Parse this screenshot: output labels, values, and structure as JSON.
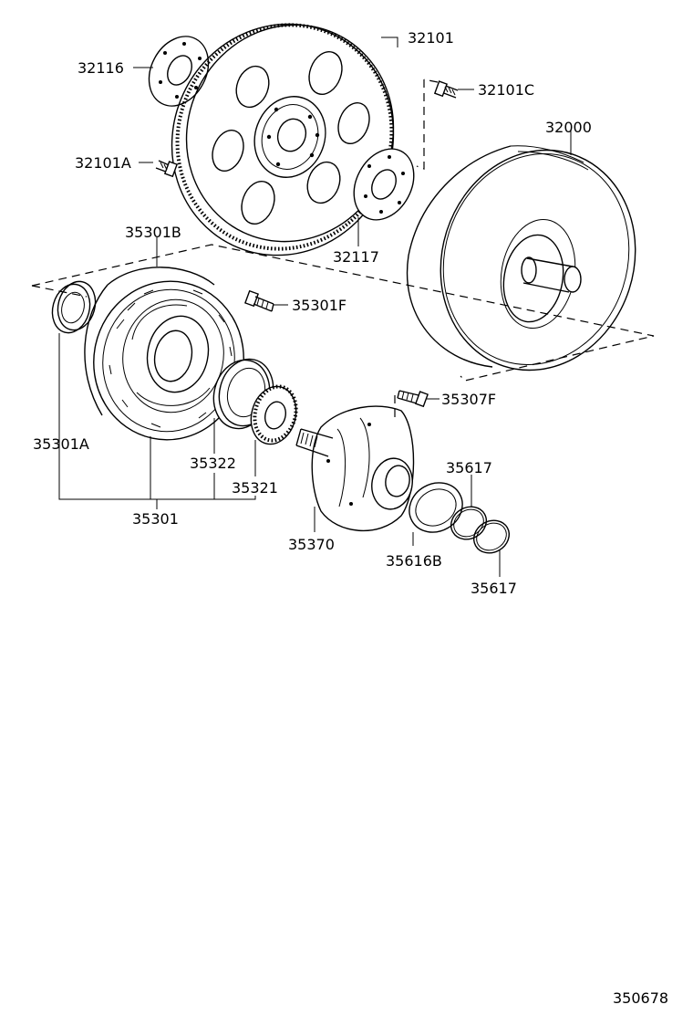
{
  "diagram_id": "350678",
  "parts": {
    "p32101": "32101",
    "p32116": "32116",
    "p32101C": "32101C",
    "p32000": "32000",
    "p32101A": "32101A",
    "p32117": "32117",
    "p35301B": "35301B",
    "p35301F": "35301F",
    "p35307F": "35307F",
    "p35301A": "35301A",
    "p35322": "35322",
    "p35617a": "35617",
    "p35321": "35321",
    "p35301": "35301",
    "p35370": "35370",
    "p35616B": "35616B",
    "p35617b": "35617"
  }
}
